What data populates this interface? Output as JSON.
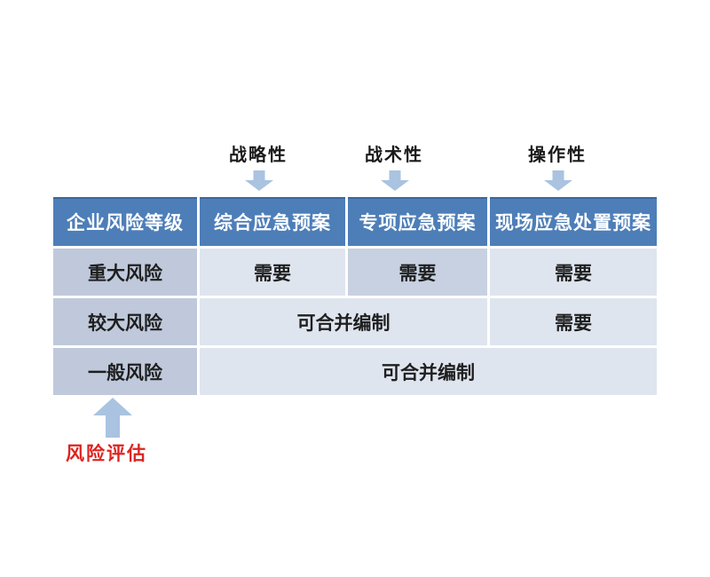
{
  "top_labels": [
    "战略性",
    "战术性",
    "操作性"
  ],
  "table": {
    "headers": [
      "企业风险等级",
      "综合应急预案",
      "专项应急预案",
      "现场应急处置预案"
    ],
    "rows": [
      {
        "level": "重大风险",
        "cells": [
          "需要",
          "需要",
          "需要"
        ]
      },
      {
        "level": "较大风险",
        "cells": [
          "可合并编制",
          "需要"
        ]
      },
      {
        "level": "一般风险",
        "cells": [
          "可合并编制"
        ]
      }
    ]
  },
  "bottom_label": "风险评估",
  "colors": {
    "header_bg": "#4d7eb8",
    "level_cell_bg": "#bfc9db",
    "highlight_cell_bg": "#c7d1e1",
    "cell_bg": "#dfe5ef",
    "arrow_fill": "#a9c3e1",
    "risk_label_color": "#dd2420"
  }
}
